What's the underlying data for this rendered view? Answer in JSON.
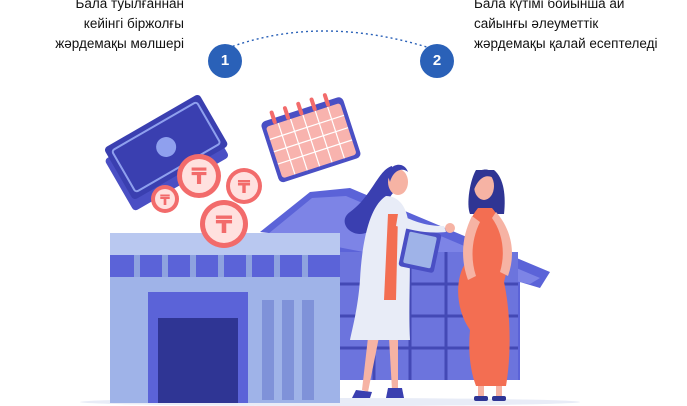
{
  "steps": [
    {
      "number": "1",
      "text": "Бала туылғаннан\nкейінгі біржолғы\nжәрдемақы мөлшері"
    },
    {
      "number": "2",
      "text": "Бала күтімі бойынша ай\nсайынғы әлеуметтік\nжәрдемақы қалай есептеледі"
    }
  ],
  "colors": {
    "badge": "#2a61b8",
    "building": "#5b63d8",
    "building_light": "#9fb3e8",
    "coin": "#f26b6b",
    "money": "#4a4fc4",
    "calendar": "#f8b3ae",
    "dress": "#f36e52"
  },
  "icons": {
    "currency_symbol": "₸"
  }
}
